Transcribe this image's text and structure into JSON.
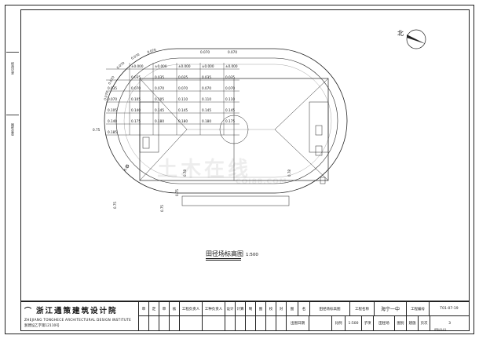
{
  "drawing": {
    "title": "田径场标高图",
    "scale": "1:500",
    "north_label": "北",
    "grid_values": [
      [
        "±0.000",
        "±0.000",
        "±0.000",
        "±0.000",
        "±0.000"
      ],
      [
        "0.035",
        "0.035",
        "0.035",
        "0.035",
        "0.035"
      ],
      [
        "0.070",
        "0.070",
        "0.070",
        "0.070",
        "0.070"
      ],
      [
        "0.105",
        "0.105",
        "0.110",
        "0.110",
        "0.110"
      ],
      [
        "0.140",
        "0.145",
        "0.145",
        "0.145",
        "0.145"
      ],
      [
        "0.175",
        "0.180",
        "0.180",
        "0.180",
        "0.175"
      ]
    ],
    "left_column": [
      "0.035",
      "0.070",
      "0.105",
      "0.140",
      "0.185"
    ],
    "left_edge": [
      "±0.000",
      "0.035"
    ],
    "arc_labels": [
      "0.070",
      "0.070",
      "0.070",
      "0.070",
      "0.070"
    ],
    "top_labels": [
      "0.070",
      "0.070"
    ],
    "side_label": "0.75",
    "diag_labels": [
      "0.35",
      "0.35",
      "0.35"
    ],
    "vertical_labels": [
      "0.75",
      "0.75",
      "0.75",
      "0.78",
      "0.78"
    ]
  },
  "left_strip": {
    "top_label": "修改记录",
    "bottom_label": "图纸会签"
  },
  "title_block": {
    "company_cn": "浙江通策建筑设计院",
    "company_en": "ZHEJIANG TONGHECE ARCHITECTURAL DESIGN INSTITUTE",
    "license": "浙建设乙字第12110号",
    "row1": [
      "审",
      "定",
      "审",
      "核",
      "工程负责人",
      "工种负责人",
      "设计",
      "计算",
      "制",
      "图",
      "校",
      "对",
      "图",
      "名",
      "田径场标高图",
      "工程名称",
      "海宁一中",
      "工程编号",
      "T01-07-19"
    ],
    "row2": [
      "",
      "",
      "",
      "",
      "",
      "",
      "",
      "",
      "",
      "",
      "",
      "",
      "出图日期",
      "",
      "比例",
      "1:500",
      "子项",
      "田径场",
      "图别",
      "建施",
      "页次",
      "3"
    ]
  },
  "watermark": {
    "text": "土木在线",
    "url": "COI88.COM"
  },
  "corner_code": "JPBLR-01"
}
